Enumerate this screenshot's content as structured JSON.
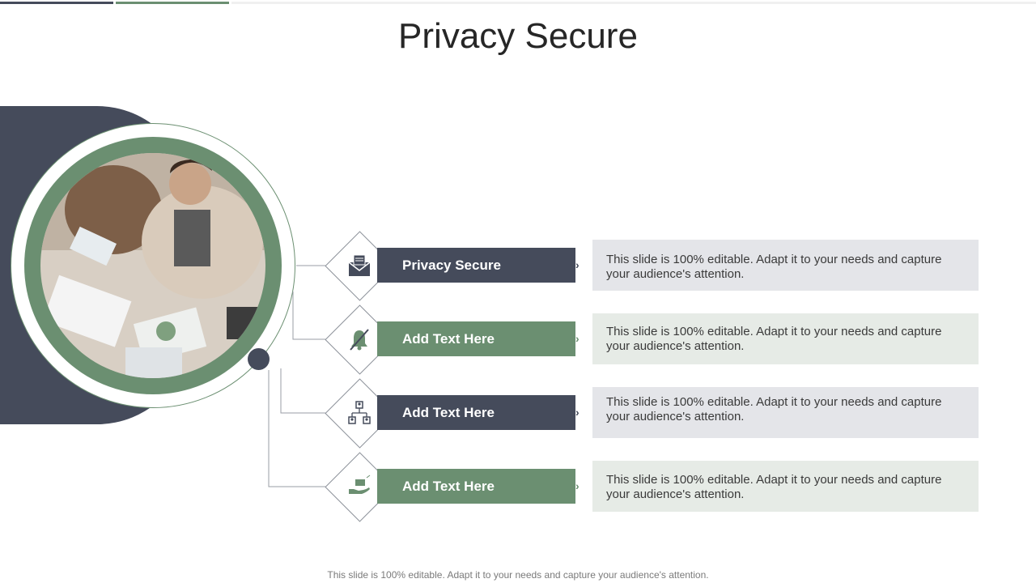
{
  "title": "Privacy Secure",
  "items": [
    {
      "label": "Privacy Secure",
      "icon": "email-lock-icon",
      "description": "This slide is 100% editable. Adapt it to your needs and capture your audience's attention."
    },
    {
      "label": "Add Text Here",
      "icon": "bell-off-icon",
      "description": "This slide is 100% editable. Adapt it to your needs and capture your audience's attention."
    },
    {
      "label": "Add Text Here",
      "icon": "org-chart-icon",
      "description": "This slide is 100% editable. Adapt it to your needs and capture your audience's attention."
    },
    {
      "label": "Add Text Here",
      "icon": "hand-money-icon",
      "description": "This slide is 100% editable. Adapt it to your needs and capture your audience's attention."
    }
  ],
  "footer": "This slide is 100% editable. Adapt it to your needs and capture your audience's attention.",
  "colors": {
    "dark": "#454b5b",
    "green": "#6b8f71",
    "grey_panel": "#e4e5e9",
    "green_panel": "#e6ebe6"
  }
}
